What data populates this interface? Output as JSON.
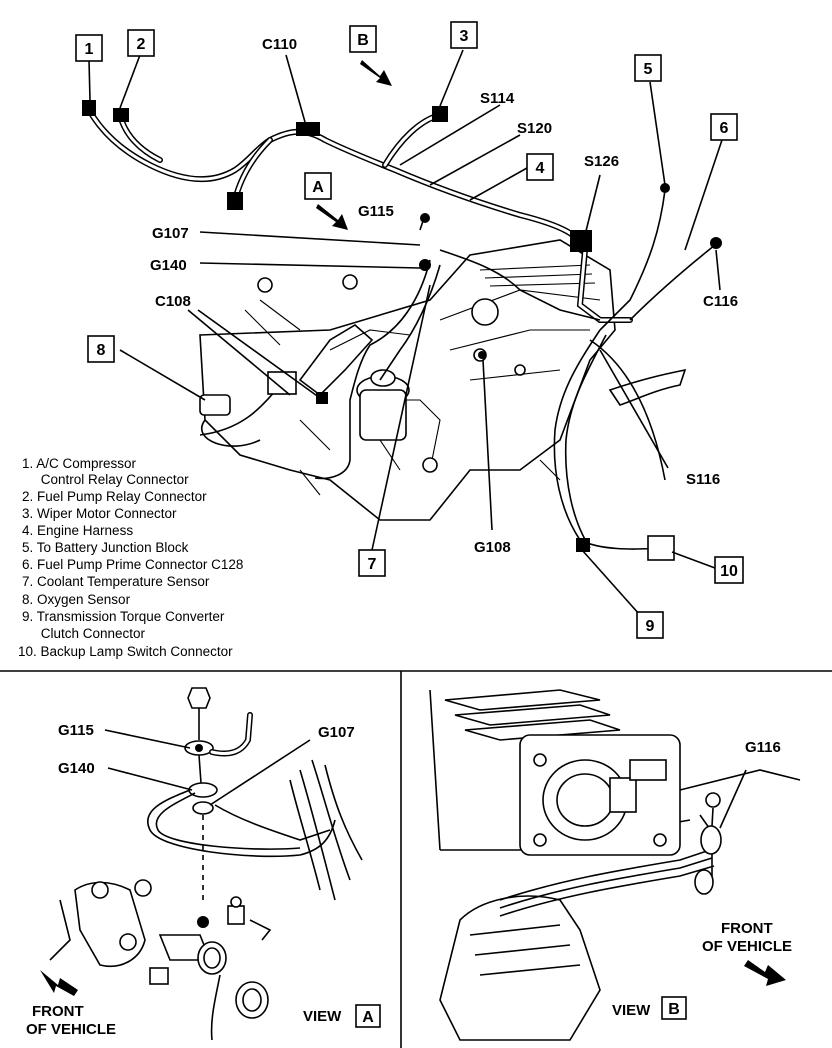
{
  "main_view": {
    "callouts": {
      "n1": "1",
      "n2": "2",
      "n3": "3",
      "n4": "4",
      "n5": "5",
      "n6": "6",
      "n7": "7",
      "n8": "8",
      "n9": "9",
      "n10": "10"
    },
    "view_a_tag": "A",
    "view_b_tag": "B",
    "labels": {
      "c110": "C110",
      "s114": "S114",
      "s120": "S120",
      "s126": "S126",
      "g115": "G115",
      "g107": "G107",
      "g140": "G140",
      "c108": "C108",
      "c116": "C116",
      "s116": "S116",
      "g108": "G108"
    }
  },
  "legend": [
    "1.  A/C Compressor",
    "     Control Relay Connector",
    "2.  Fuel Pump Relay Connector",
    "3.  Wiper Motor Connector",
    "4.  Engine Harness",
    "5.  To Battery Junction Block",
    "6.  Fuel Pump Prime Connector C128",
    "7.  Coolant Temperature Sensor",
    "8.  Oxygen Sensor",
    "9.  Transmission Torque Converter",
    "     Clutch Connector",
    "10.  Backup Lamp Switch Connector"
  ],
  "view_a": {
    "g115": "G115",
    "g140": "G140",
    "g107": "G107",
    "front_line1": "FRONT",
    "front_line2": "OF VEHICLE",
    "view_word": "VIEW",
    "view_letter": "A"
  },
  "view_b": {
    "g116": "G116",
    "front_line1": "FRONT",
    "front_line2": "OF VEHICLE",
    "view_word": "VIEW",
    "view_letter": "B"
  }
}
